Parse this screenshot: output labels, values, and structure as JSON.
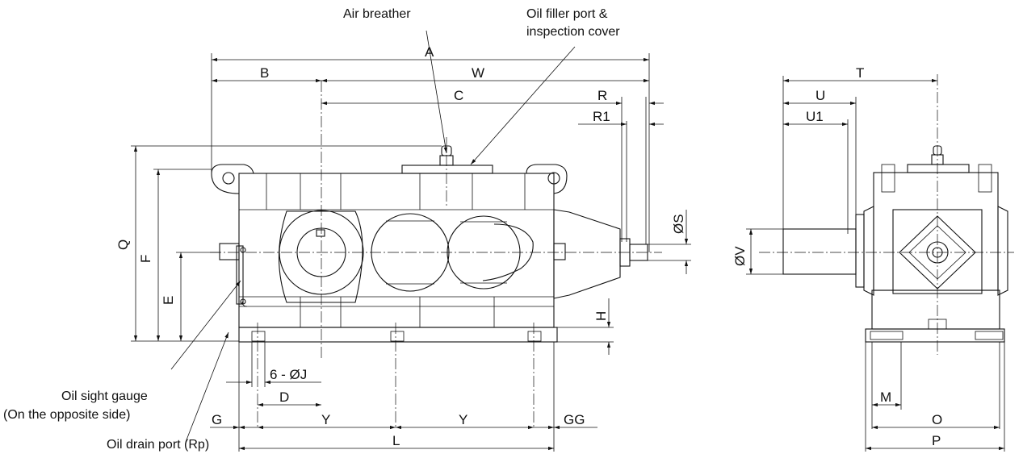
{
  "callouts": {
    "air_breather": "Air breather",
    "oil_filler_1": "Oil filler port &",
    "oil_filler_2": "inspection cover",
    "oil_sight_1": "Oil sight gauge",
    "oil_sight_2": "(On the opposite side)",
    "oil_drain": "Oil drain port (Rp)"
  },
  "dimensions": {
    "A": "A",
    "B": "B",
    "W": "W",
    "C": "C",
    "R": "R",
    "R1": "R1",
    "Q": "Q",
    "F": "F",
    "E": "E",
    "S": "ØS",
    "H": "H",
    "J": "6 - ØJ",
    "D": "D",
    "G": "G",
    "Y1": "Y",
    "Y2": "Y",
    "GG": "GG",
    "L": "L",
    "T": "T",
    "U": "U",
    "U1": "U1",
    "V": "ØV",
    "M": "M",
    "O": "O",
    "P": "P"
  }
}
